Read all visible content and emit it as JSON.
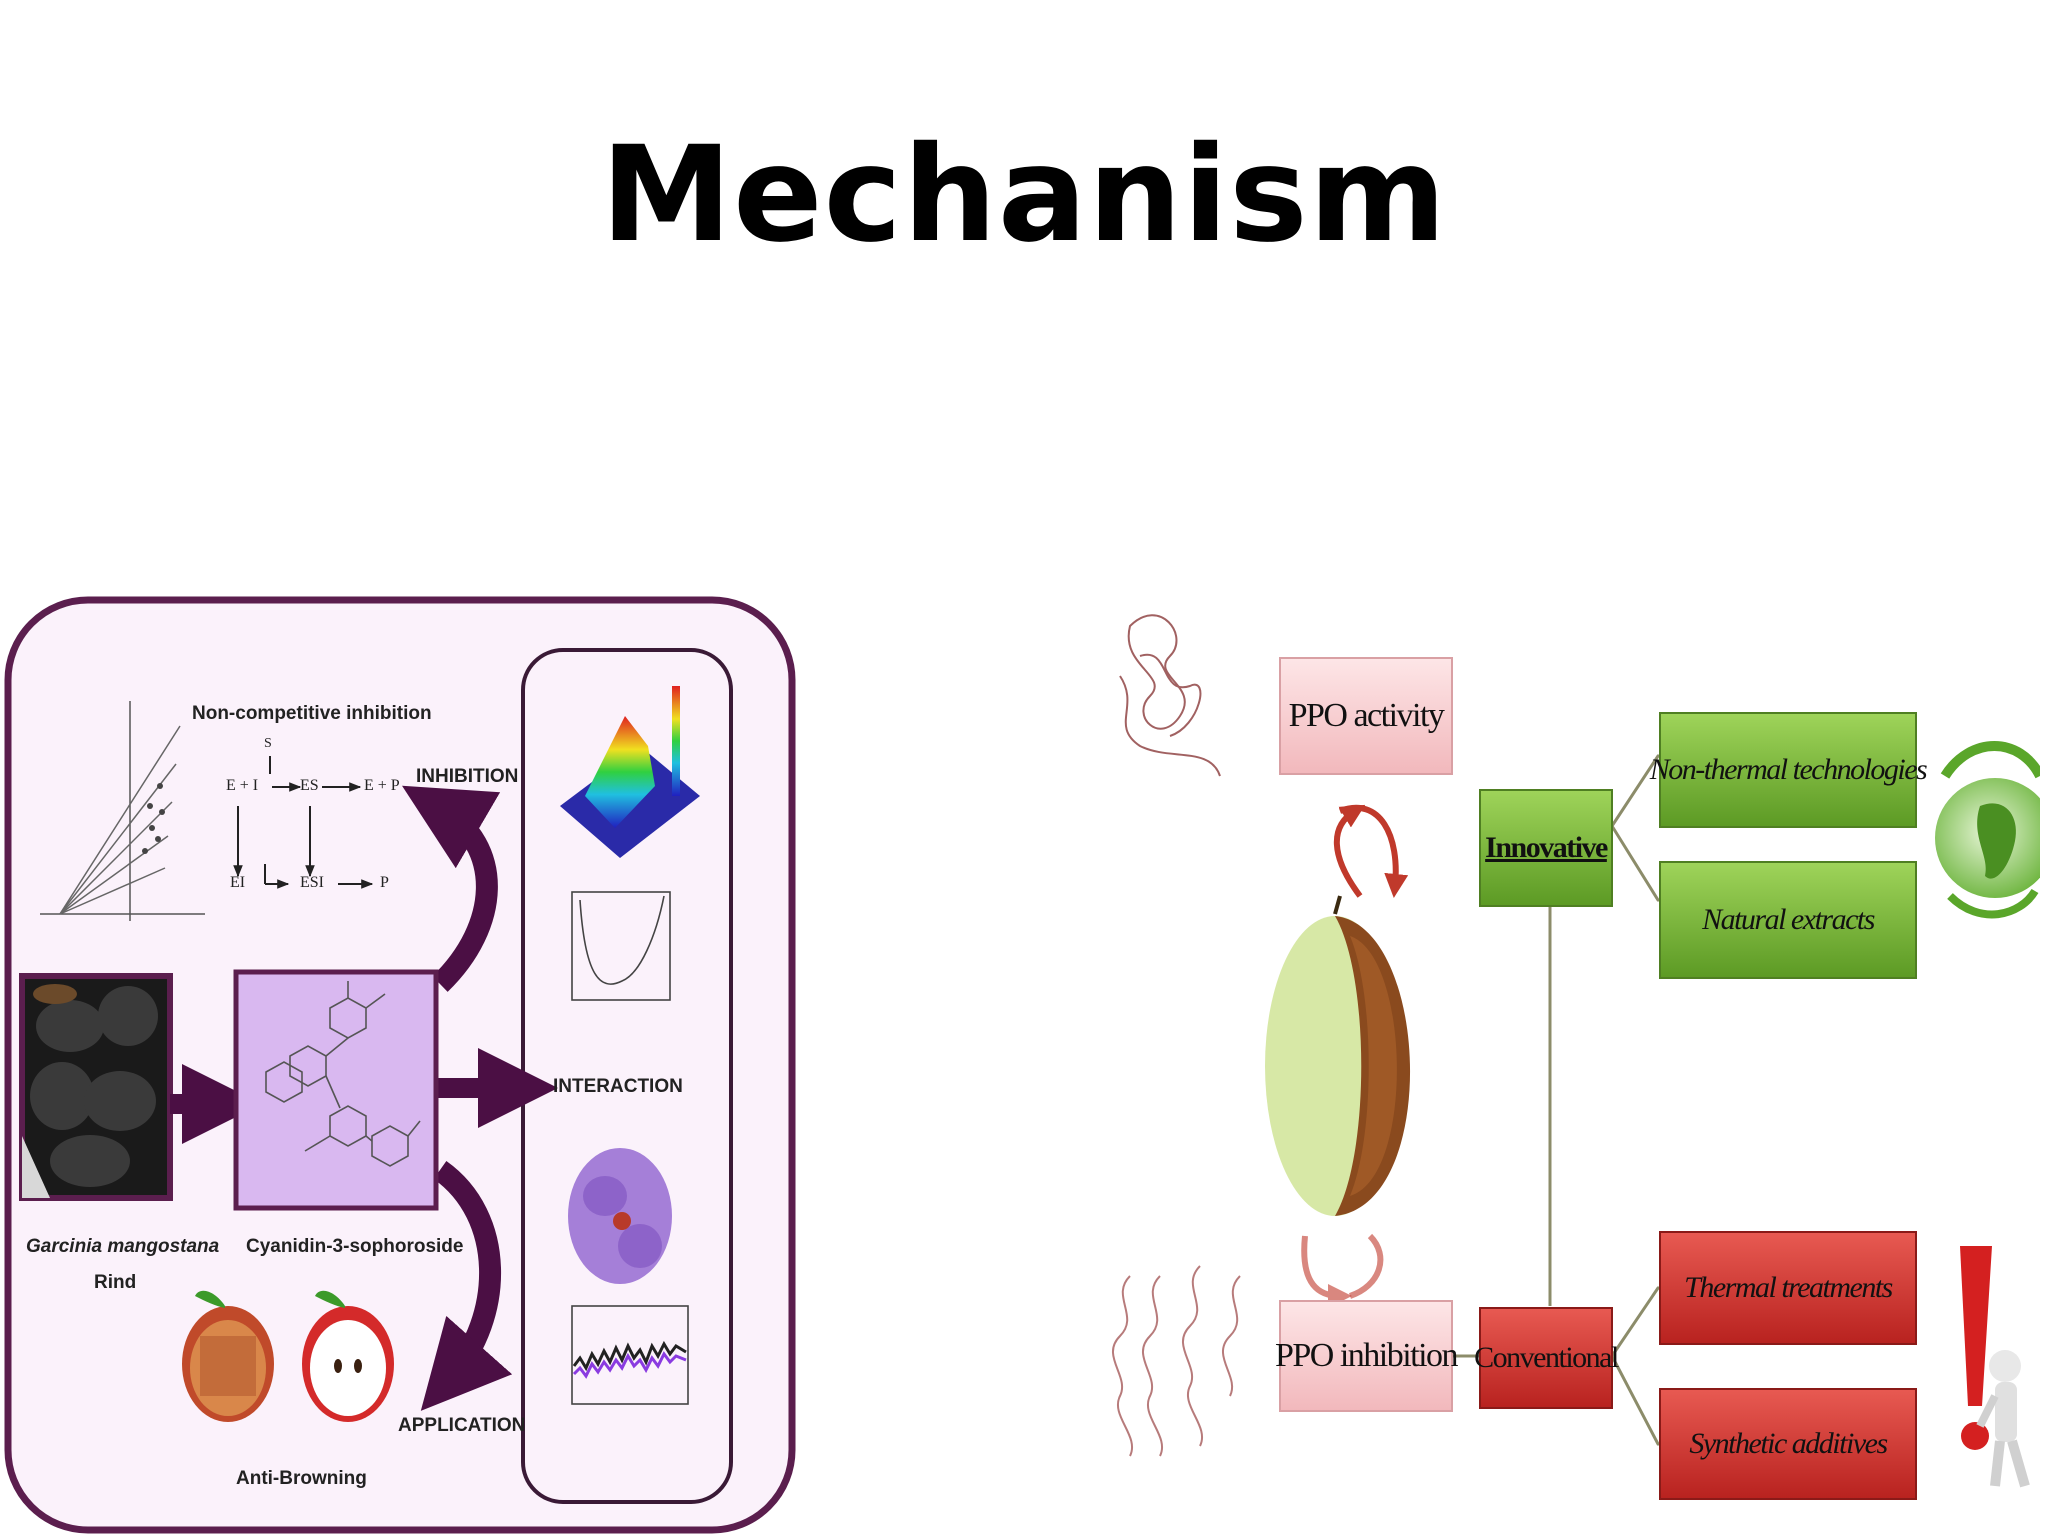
{
  "slide": {
    "title": "Mechanism"
  },
  "left_figure": {
    "labels": {
      "inhibition_type": "Non-competitive inhibition",
      "inhibition": "INHIBITION",
      "interaction": "INTERACTION",
      "application": "APPLICATION",
      "source_line1": "Garcinia mangostana",
      "source_line2": "Rind",
      "compound": "Cyanidin-3-sophoroside",
      "outcome": "Anti-Browning"
    },
    "scheme": {
      "e_i": "E + I",
      "es": "ES",
      "e_p": "E + P",
      "ei": "EI",
      "esi": "ESI",
      "p": "P",
      "s": "S"
    },
    "colors": {
      "frame": "#5b1e4e",
      "panel": "#fbf2fb",
      "compound_box": "#d9b8f0",
      "arrow": "#4b0f44"
    }
  },
  "right_figure": {
    "boxes": {
      "ppo_activity": "PPO activity",
      "ppo_inhibition": "PPO inhibition",
      "innovative": "Innovative",
      "conventional": "Conventional",
      "non_thermal": "Non-thermal technologies",
      "natural_extracts": "Natural extracts",
      "thermal": "Thermal treatments",
      "synthetic": "Synthetic additives"
    },
    "colors": {
      "pink": "#f7cfd2",
      "green": "#79b53a",
      "red": "#d63b36",
      "line": "#8c8c6a"
    }
  }
}
